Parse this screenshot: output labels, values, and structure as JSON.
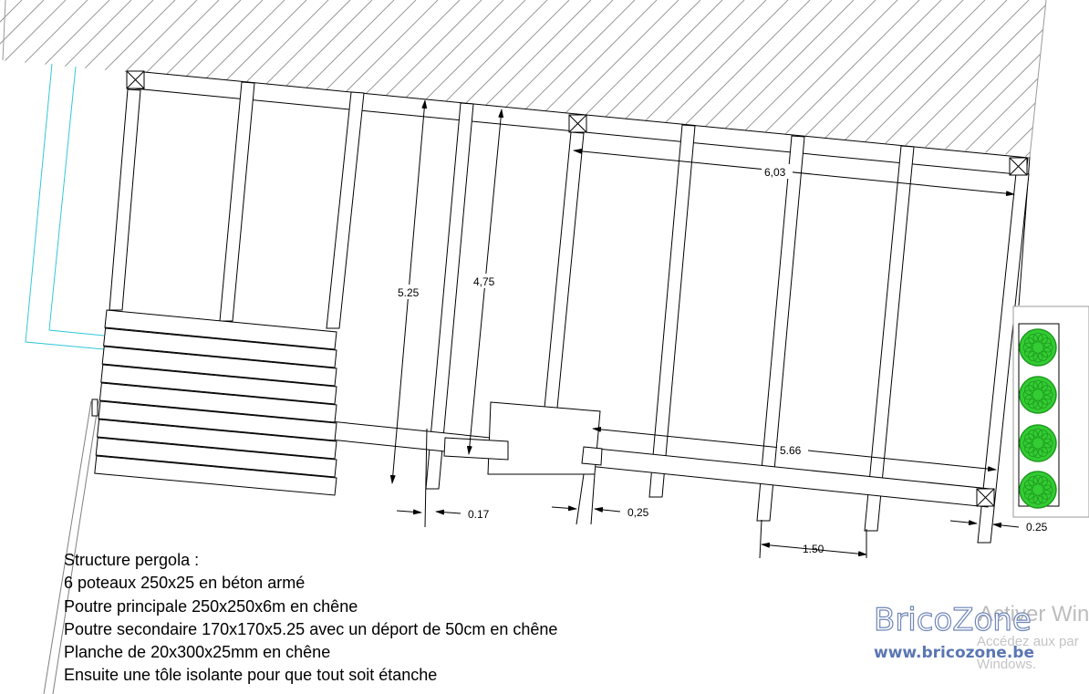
{
  "dimensions": {
    "height_left": "5.25",
    "height_right": "4,75",
    "width_top": "6,03",
    "width_bottom": "5.66",
    "gap_a": "0.17",
    "gap_b": "0,25",
    "gap_c": "0.25",
    "spacing": "1.50"
  },
  "notes": {
    "title": "Structure pergola :",
    "line1": "6 poteaux 250x25  en béton armé",
    "line2": "Poutre principale 250x250x6m en chêne",
    "line3": "Poutre secondaire 170x170x5.25 avec un déport de 50cm en chêne",
    "line4": "Planche de 20x300x25mm en chêne",
    "line5": "Ensuite une tôle isolante pour que tout soit étanche"
  },
  "watermark": {
    "brand": "BricoZone",
    "url": "www.bricozone.be"
  },
  "windows_overlay": {
    "line1": "Activer Win",
    "line2": "Accédez aux par",
    "line3": "Windows."
  },
  "colors": {
    "ink": "#000000",
    "hatch": "#9a9a9a",
    "cyan": "#33c7d9",
    "shrub": "#33cc33",
    "shrub_dark": "#1f9a1f",
    "watermark": "#5a76b3"
  }
}
